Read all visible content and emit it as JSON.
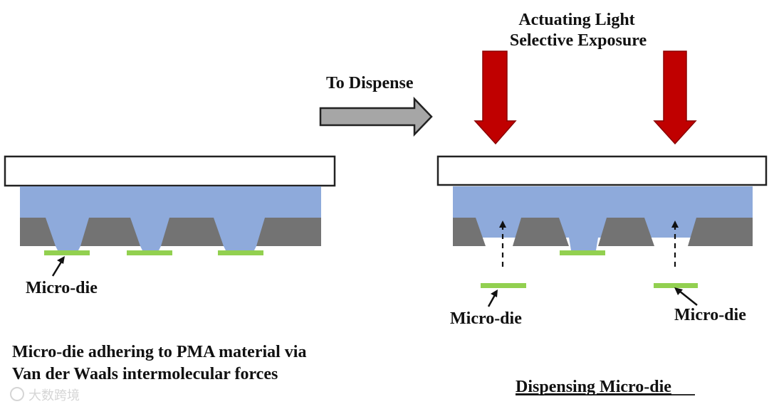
{
  "labels": {
    "actuating_line1": "Actuating Light",
    "actuating_line2": "Selective Exposure",
    "to_dispense": "To Dispense",
    "left_micro_die": "Micro-die",
    "right_micro_die_1": "Micro-die",
    "right_micro_die_2": "Micro-die",
    "caption_line1": "Micro-die adhering to PMA material via",
    "caption_line2": "Van der Waals intermolecular forces",
    "right_caption": "Dispensing Micro-die",
    "watermark": "大数跨境"
  },
  "colors": {
    "pma": "#8eaadb",
    "mask": "#737373",
    "die": "#92d050",
    "light_arrow": "#c00000",
    "light_arrow_edge": "#8a0000",
    "dispense_arrow": "#a6a6a6",
    "outline": "#222222"
  }
}
